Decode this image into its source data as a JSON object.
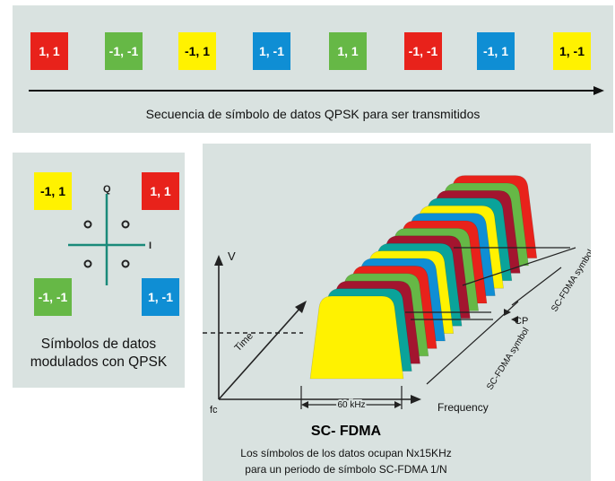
{
  "sequence": {
    "symbols": [
      {
        "label": "1, 1",
        "color": "red"
      },
      {
        "label": "-1, -1",
        "color": "green"
      },
      {
        "label": "-1, 1",
        "color": "yellow"
      },
      {
        "label": "1, -1",
        "color": "blue"
      },
      {
        "label": "1, 1",
        "color": "green"
      },
      {
        "label": "-1, -1",
        "color": "red"
      },
      {
        "label": "-1, 1",
        "color": "blue"
      },
      {
        "label": "1, -1",
        "color": "yellow"
      }
    ],
    "caption": "Secuencia de símbolo de datos QPSK para ser transmitidos"
  },
  "qpsk": {
    "symbols": {
      "top_left": "-1, 1",
      "top_right": "1, 1",
      "bottom_left": "-1, -1",
      "bottom_right": "1, -1"
    },
    "axis_q": "Q",
    "axis_i": "I",
    "caption_line1": "Símbolos de datos",
    "caption_line2": "modulados con QPSK"
  },
  "scfdma": {
    "axis_v": "V",
    "axis_time": "Time",
    "axis_fc": "fc",
    "axis_frequency": "Frequency",
    "bandwidth": "60 kHz",
    "cp": "CP",
    "symbol_label": "SC-FDMA symbol",
    "title": "SC- FDMA",
    "desc_line1": "Los símbolos de los datos ocupan Nx15KHz",
    "desc_line2": "para un periodo de símbolo SC-FDMA 1/N"
  },
  "colors": {
    "red": "#e8221b",
    "green": "#66b846",
    "yellow": "#fff200",
    "blue": "#0f8ed4",
    "teal": "#0aa39a",
    "crimson": "#a3152f",
    "panel": "#d9e2e0"
  }
}
